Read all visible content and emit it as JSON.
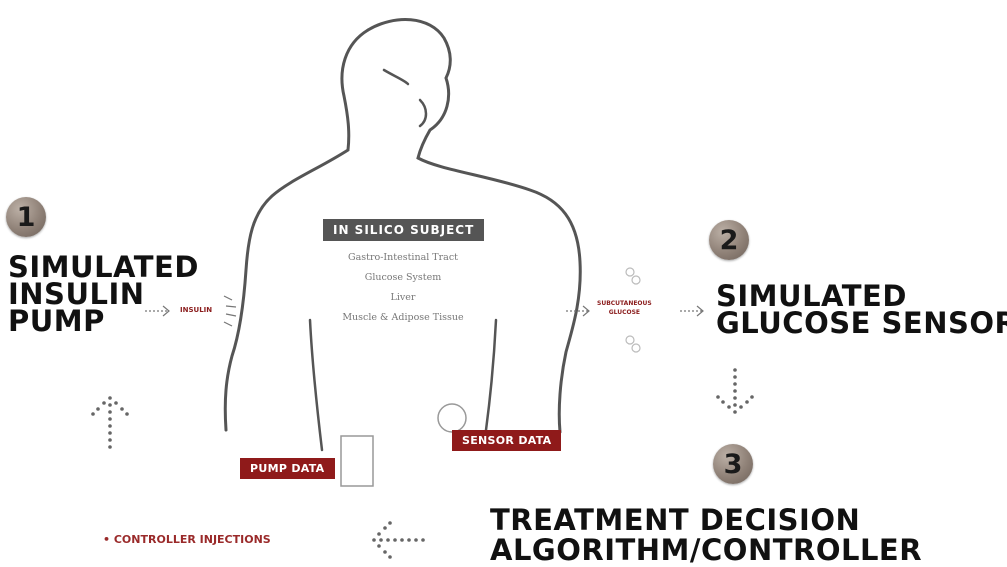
{
  "subject": {
    "title": "IN SILICO SUBJECT",
    "organs": [
      "Gastro-Intestinal Tract",
      "Glucose System",
      "Liver",
      "Muscle & Adipose Tissue"
    ]
  },
  "pump": {
    "number": "1",
    "lines": [
      "SIMULATED",
      "INSULIN",
      "PUMP"
    ],
    "flow_label": "INSULIN"
  },
  "sensor": {
    "number": "2",
    "lines": [
      "SIMULATED",
      "GLUCOSE SENSORS"
    ],
    "flow_label_lines": [
      "SUBCUTANEOUS",
      "GLUCOSE"
    ]
  },
  "controller": {
    "number": "3",
    "lines": [
      "TREATMENT DECISION",
      "ALGORITHM/CONTROLLER"
    ],
    "injections_label": "• CONTROLLER INJECTIONS"
  },
  "tags": {
    "pump_data": "PUMP DATA",
    "sensor_data": "SENSOR DATA"
  },
  "colors": {
    "accent_red": "#8f1a1a",
    "badge_bronze": "#8f8177",
    "outline_gray": "#555555"
  }
}
